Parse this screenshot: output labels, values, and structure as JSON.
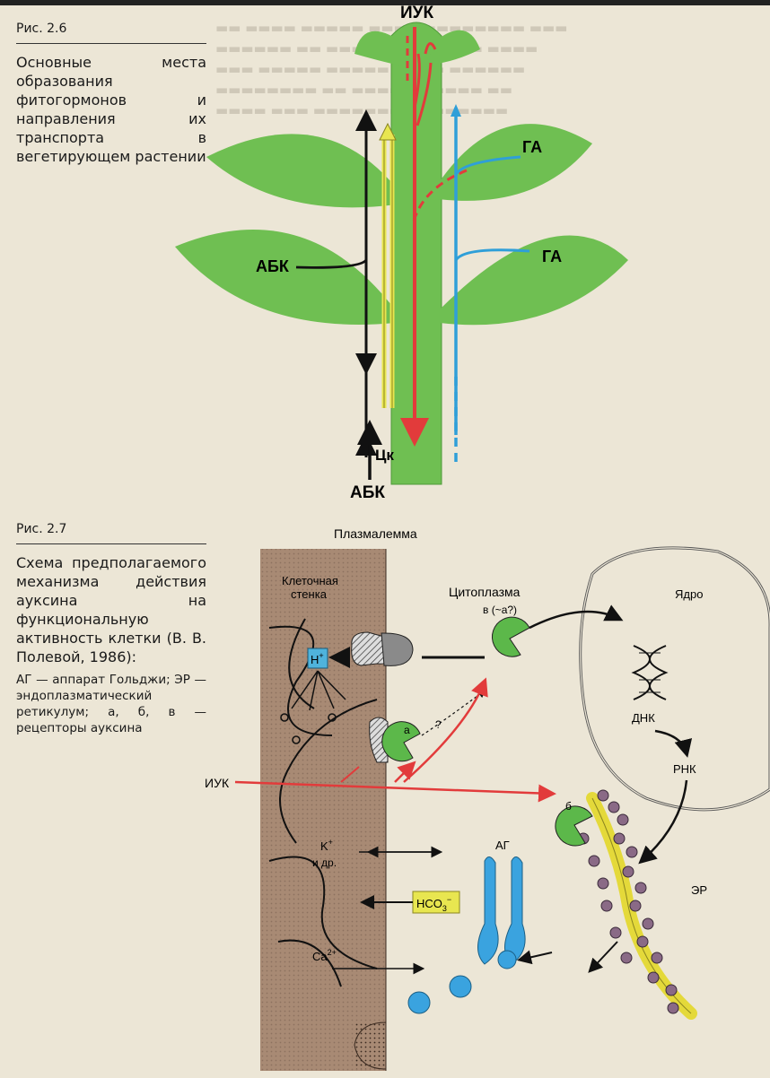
{
  "fig26": {
    "label": "Рис. 2.6",
    "title": "Основные места образования фитогормонов и направления их транспорта в вегетирующем растении",
    "labels": {
      "iuk": "ИУК",
      "ga_top": "ГА",
      "ga_bottom": "ГА",
      "abk_left": "АБК",
      "abk_bottom": "АБК",
      "ck": "Цк"
    }
  },
  "fig27": {
    "label": "Рис. 2.7",
    "title": "Схема предполагаемого механизма действия ауксина на функциональную активность клетки (В. В. Полевой, 1986):",
    "note": "АГ — аппарат Гольджи; ЭР — эндоплазматический ретикулум; а, б, в — рецепторы ауксина",
    "labels": {
      "plasmalemma": "Плазмалемма",
      "cell_wall_1": "Клеточная",
      "cell_wall_2": "стенка",
      "cytoplasm": "Цитоплазма",
      "nucleus": "Ядро",
      "dna": "ДНК",
      "rna": "РНК",
      "iuk": "ИУК",
      "receptor_a": "а",
      "receptor_b": "б",
      "receptor_v": "в (~а?)",
      "question": "?",
      "h": "H",
      "h_sup": "+",
      "k": "K",
      "k_sup": "+",
      "k_more": "и др.",
      "hco": "HCO",
      "hco_sub": "3",
      "hco_sup": "−",
      "ca": "Ca",
      "ca_sup": "2+",
      "golgi": "АГ",
      "er": "ЭР"
    }
  },
  "colors": {
    "leaf": "#6fbf52",
    "leaf_dark": "#4f9a3a",
    "auxin": "#e23b3b",
    "gibberellin": "#2f9fd8",
    "cytokinin": "#e8e650",
    "wall": "#a88a74",
    "receptor": "#5cb84a",
    "er": "#e4d93a",
    "ribosome": "#8a6a86",
    "golgi": "#3aa3df"
  }
}
